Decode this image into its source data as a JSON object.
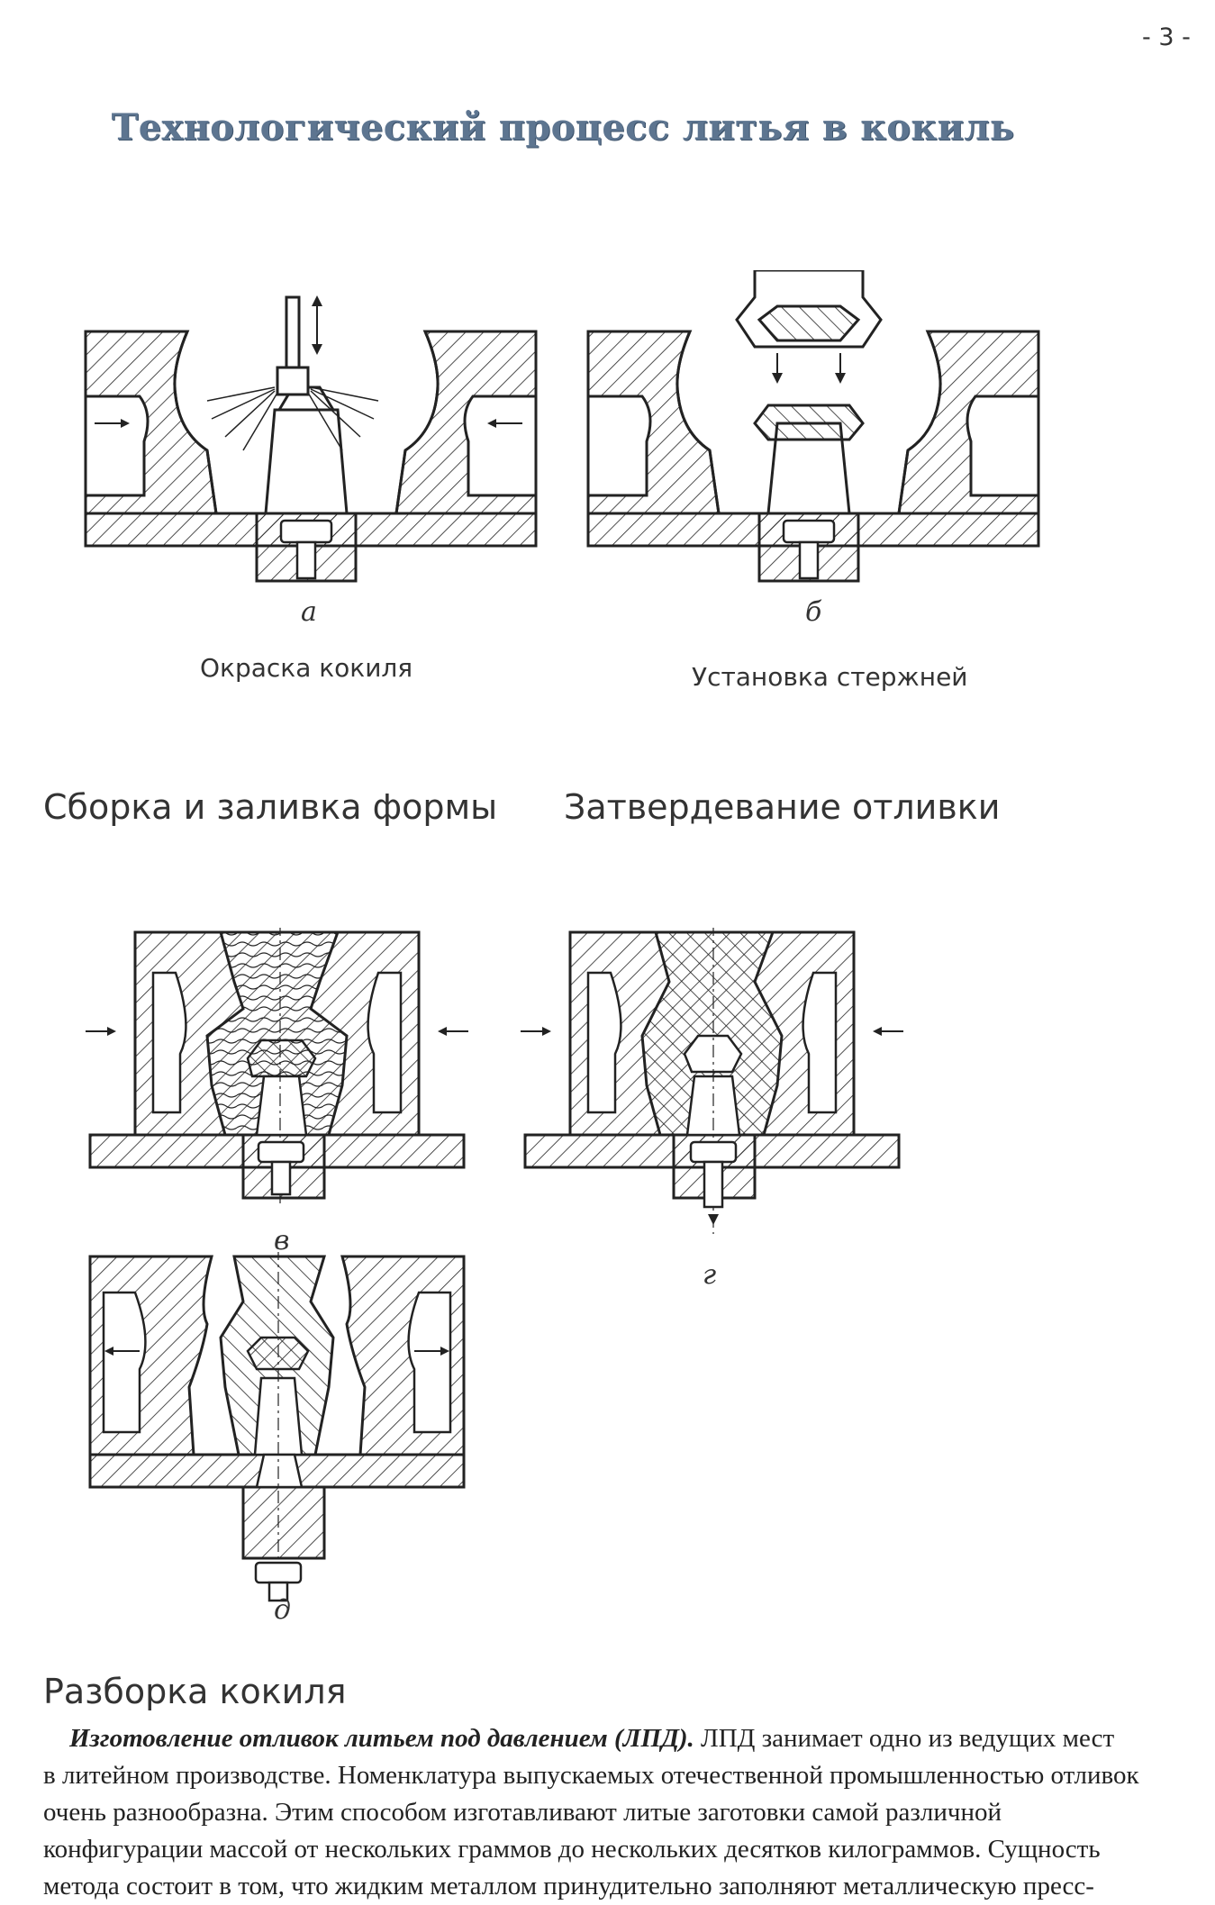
{
  "page_number": "- 3 -",
  "title": "Технологический процесс литья в кокиль",
  "captions": {
    "coating": "Окраска кокиля",
    "core_setting": "Установка стержней",
    "assembly_pouring": "Сборка и заливка формы",
    "solidification": "Затвердевание отливки",
    "disassembly": "Разборка кокиля"
  },
  "diagram_letters": {
    "a": "а",
    "b": "б",
    "v": "в",
    "g": "г",
    "d": "д"
  },
  "text": {
    "lead": "Изготовление отливок литьем под давлением (ЛПД).",
    "line1_rest": "  ЛПД занимает одно из ведущих мест",
    "line2": "в литейном производстве. Номенклатура выпускаемых отечественной промышленностью отливок",
    "line3": "очень разнообразна. Этим способом изготавливают литые заготовки самой различной",
    "line4": "конфигурации массой от нескольких граммов до нескольких десятков килограммов. Сущность",
    "line5": "метода состоит в том, что жидким металлом принудительно заполняют металлическую пресс-"
  }
}
